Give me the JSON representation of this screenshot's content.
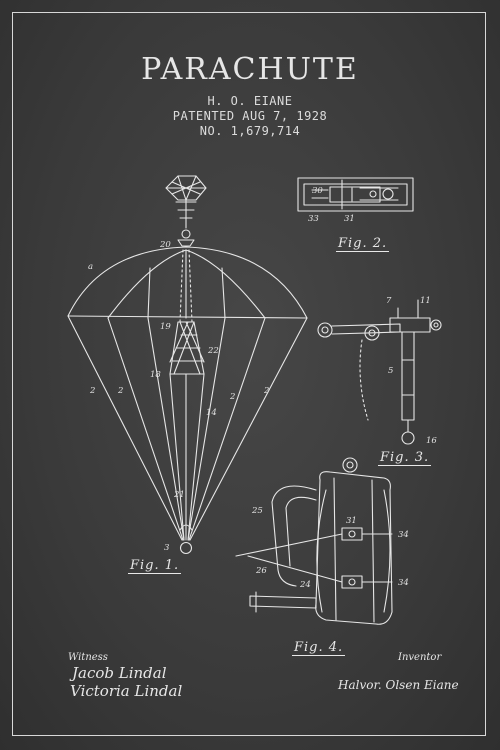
{
  "header": {
    "title": "PARACHUTE",
    "inventor": "H. O. EIANE",
    "patented": "PATENTED AUG 7, 1928",
    "number": "NO. 1,679,714"
  },
  "figures": [
    "Fig. 1.",
    "Fig. 2.",
    "Fig. 3.",
    "Fig. 4."
  ],
  "footer": {
    "witness_label": "Witness",
    "witness_1": "Jacob Lindal",
    "witness_2": "Victoria Lindal",
    "inventor_label": "Inventor",
    "inventor_signature": "Halvor. Olsen Eiane"
  },
  "colors": {
    "background": "#3b3b3b",
    "ink": "#e6e6e6"
  }
}
